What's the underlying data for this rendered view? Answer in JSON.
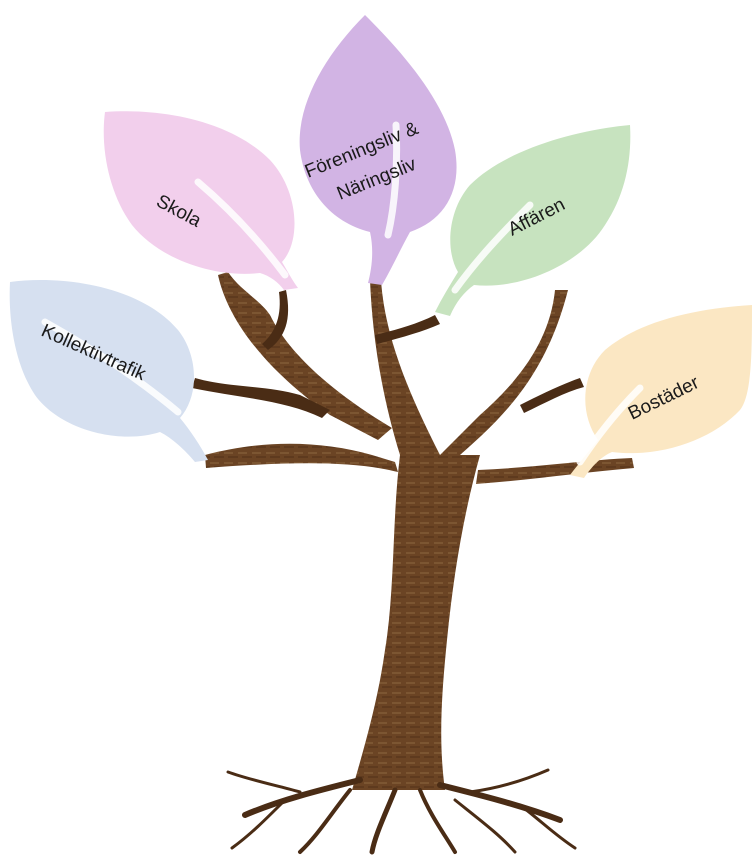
{
  "colors": {
    "trunk": "#6b4424",
    "trunk_dark": "#4a2c15",
    "bark_light": "#a07850",
    "vein": "#ffffff"
  },
  "leaves": [
    {
      "id": "kollektivtrafik",
      "label": "Kollektivtrafik",
      "color": "#d6e0f0"
    },
    {
      "id": "skola",
      "label": "Skola",
      "color": "#f2cfec"
    },
    {
      "id": "foreningsliv",
      "label_line1": "Föreningsliv &",
      "label_line2": "Näringsliv",
      "color": "#d2b4e4"
    },
    {
      "id": "affaren",
      "label": "Affären",
      "color": "#c7e3bf"
    },
    {
      "id": "bostader",
      "label": "Bostäder",
      "color": "#fbe7c3"
    }
  ]
}
